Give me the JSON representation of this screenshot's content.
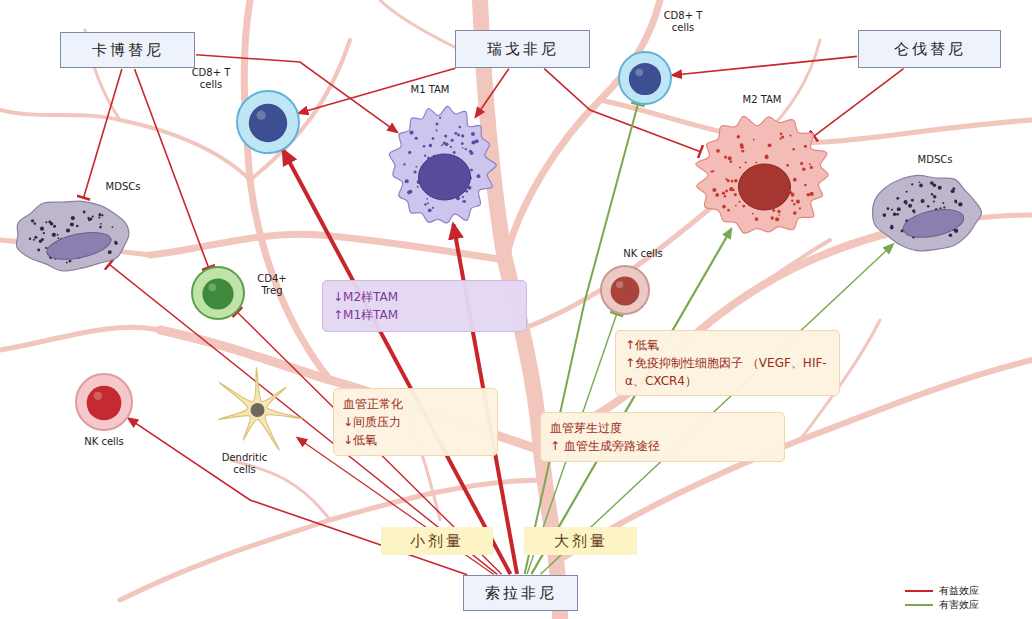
{
  "diagram": {
    "nodes": [
      {
        "text": [
          "卡博替尼"
        ]
      },
      {
        "text": [
          "瑞戈非尼"
        ]
      },
      {
        "text": [
          "仑伐替尼"
        ]
      },
      {
        "text": [
          "CD8+ T cells"
        ]
      },
      {
        "text": [
          "M1 TAM"
        ]
      },
      {
        "text": [
          "CD8+ T cells"
        ]
      },
      {
        "text": [
          "M2 TAM"
        ]
      },
      {
        "text": [
          "MDSCs"
        ]
      },
      {
        "text": [
          "MDSCs"
        ]
      },
      {
        "text": [
          "CD4+ Treg"
        ]
      },
      {
        "text": [
          "NK cells"
        ]
      },
      {
        "text": [
          "NK cells"
        ]
      },
      {
        "text": [
          "Dendritic cells"
        ]
      },
      {
        "text": [
          "↓M2样TAM",
          "↑M1样TAM"
        ]
      },
      {
        "text": [
          "血管正常化",
          "↓间质压力",
          "↓低氧"
        ]
      },
      {
        "text": [
          "血管芽生过度",
          "↑ 血管生成旁路途径"
        ]
      },
      {
        "text": [
          "↑低氧",
          "↑免疫抑制性细胞因子 （VEGF、HIF-α、CXCR4）"
        ]
      },
      {
        "text": [
          "小剂量"
        ]
      },
      {
        "text": [
          "大剂量"
        ]
      },
      {
        "text": [
          "索拉非尼"
        ]
      }
    ],
    "edges": [
      {
        "from": 0,
        "to": 4,
        "arrow": "to"
      },
      {
        "from": 0,
        "to": 7,
        "arrow": "to"
      },
      {
        "from": 0,
        "to": 9,
        "arrow": "to"
      },
      {
        "from": 1,
        "to": 3,
        "arrow": "to"
      },
      {
        "from": 1,
        "to": 4,
        "arrow": "to"
      },
      {
        "from": 1,
        "to": 6,
        "arrow": "to"
      },
      {
        "from": 2,
        "to": 5,
        "arrow": "to"
      },
      {
        "from": 2,
        "to": 6,
        "arrow": "to"
      },
      {
        "from": 19,
        "to": 3,
        "arrow": "to"
      },
      {
        "from": 19,
        "to": 4,
        "arrow": "to"
      },
      {
        "from": 19,
        "to": 7,
        "arrow": "to"
      },
      {
        "from": 19,
        "to": 9,
        "arrow": "to"
      },
      {
        "from": 19,
        "to": 11,
        "arrow": "to"
      },
      {
        "from": 19,
        "to": 12,
        "arrow": "to"
      },
      {
        "from": 19,
        "to": 5,
        "arrow": "to"
      },
      {
        "from": 19,
        "to": 10,
        "arrow": "to"
      },
      {
        "from": 19,
        "to": 6,
        "arrow": "to"
      },
      {
        "from": 19,
        "to": 8,
        "arrow": "to"
      }
    ],
    "legend": [
      {
        "text": "有益效应",
        "color": "#c8262b"
      },
      {
        "text": "有害效应",
        "color": "#7aa84f"
      }
    ]
  }
}
